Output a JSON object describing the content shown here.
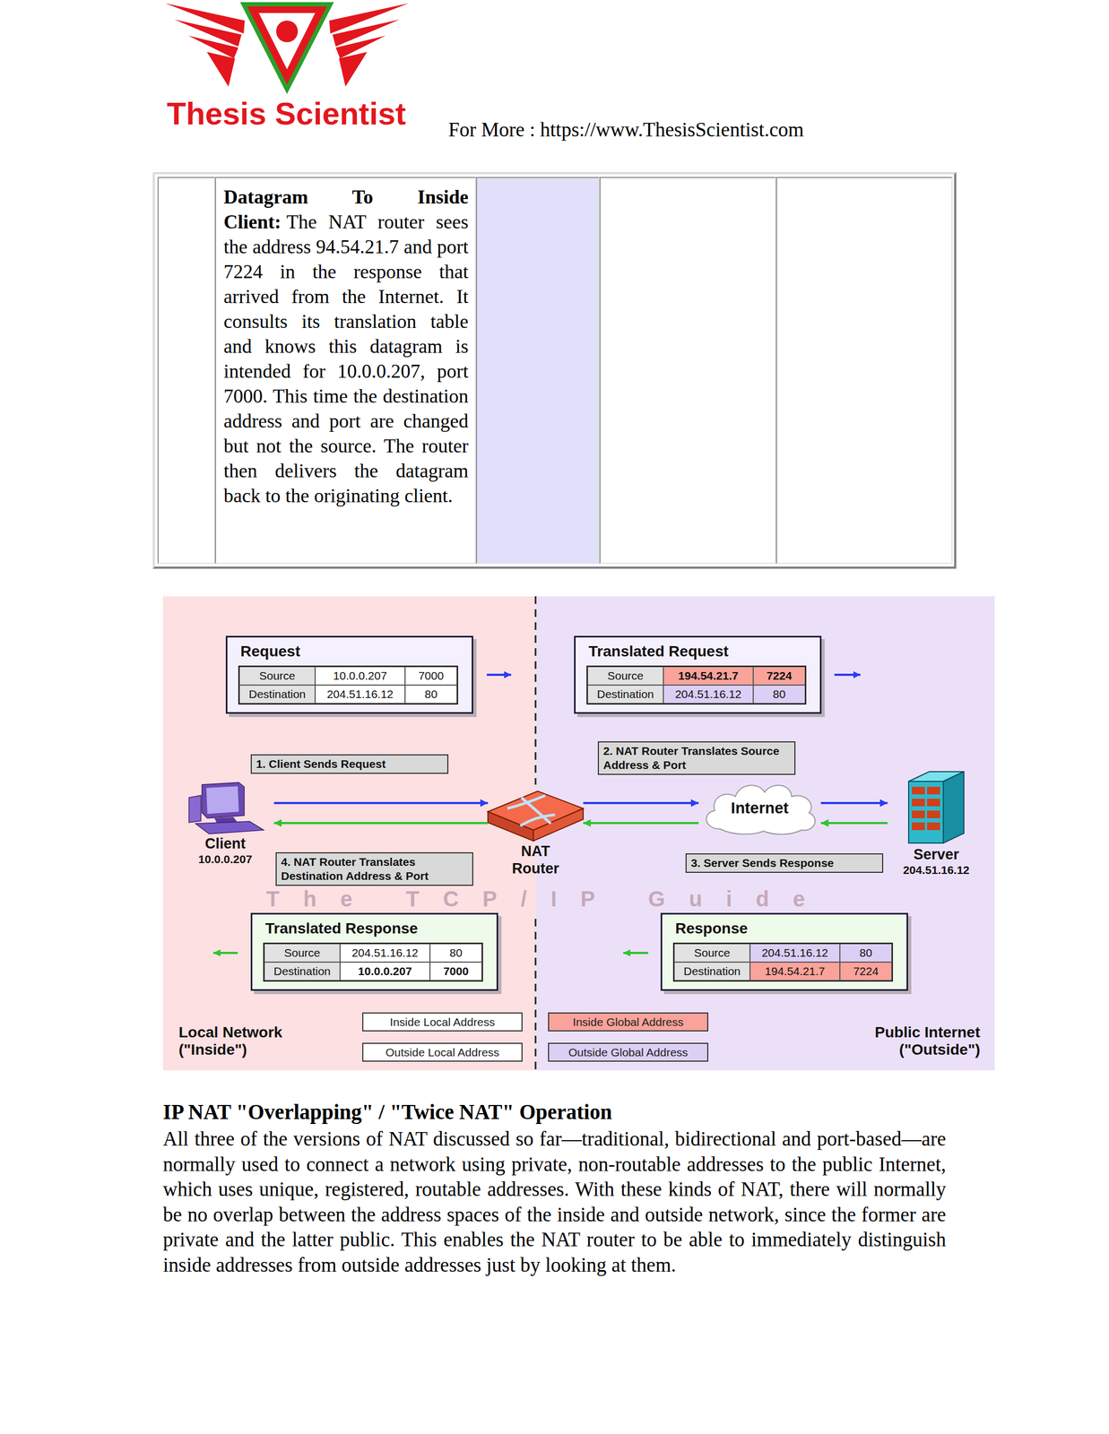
{
  "diagram": {
    "nodes": [
      {
        "text": [
          "Local Network (\"Inside\")"
        ]
      },
      {
        "text": [
          "Public Internet (\"Outside\")"
        ]
      },
      {
        "text": [
          "Request",
          "Source",
          "10.0.0.207",
          "7000",
          "Destination",
          "204.51.16.12",
          "80"
        ],
        "in": 0
      },
      {
        "text": [
          "Translated Request",
          "Source",
          "194.54.21.7",
          "7224",
          "Destination",
          "204.51.16.12",
          "80"
        ],
        "in": 1
      },
      {
        "text": [
          "1. Client Sends Request"
        ],
        "in": 0
      },
      {
        "text": [
          "2. NAT Router Translates Source Address & Port"
        ],
        "in": 1
      },
      {
        "text": [
          "Client",
          "10.0.0.207"
        ],
        "in": 0
      },
      {
        "text": [
          "NAT Router"
        ]
      },
      {
        "text": [
          "Internet"
        ],
        "in": 1
      },
      {
        "text": [
          "Server",
          "204.51.16.12"
        ],
        "in": 1
      },
      {
        "text": [
          "4. NAT Router Translates Destination Address & Port"
        ],
        "in": 0
      },
      {
        "text": [
          "3. Server Sends Response"
        ],
        "in": 1
      },
      {
        "text": [
          "Translated Response",
          "Source",
          "204.51.16.12",
          "80",
          "Destination",
          "10.0.0.207",
          "7000"
        ],
        "in": 0
      },
      {
        "text": [
          "Response",
          "Source",
          "204.51.16.12",
          "80",
          "Destination",
          "194.54.21.7",
          "7224"
        ],
        "in": 1
      }
    ],
    "edges": [
      {
        "from": 6,
        "to": 7,
        "arrow": "to"
      },
      {
        "from": 7,
        "to": 8,
        "arrow": "to"
      },
      {
        "from": 8,
        "to": 9,
        "arrow": "to"
      },
      {
        "from": 9,
        "to": 8,
        "arrow": "to"
      },
      {
        "from": 8,
        "to": 7,
        "arrow": "to"
      },
      {
        "from": 7,
        "to": 6,
        "arrow": "to"
      }
    ],
    "labels": [
      "Thesis Scientist",
      "For More : https://www.ThesisScientist.com",
      "Datagram To Inside Client:",
      "The NAT router sees the address 94.54.21.7 and port 7224 in the response that arrived from the Internet. It consults its translation table and knows this datagram is intended for 10.0.0.207, port 7000. This time the destination address and port are changed but not the source. The router then delivers the datagram back to the originating client.",
      "The TCP/IP Guide",
      "IP NAT \"Overlapping\" / \"Twice NAT\" Operation",
      "All three of the versions of NAT discussed so far—traditional, bidirectional and port-based—are normally used to connect a network using private, non-routable addresses to the public Internet, which uses unique, registered, routable addresses. With these kinds of NAT, there will normally be no overlap between the address spaces of the inside and outside network, since the former are private and the latter public. This enables the NAT router to be able to immediately distinguish inside addresses from outside addresses just by looking at them."
    ],
    "legend": [
      {
        "text": "Inside Local Address",
        "color": "#ffffff"
      },
      {
        "text": "Inside Global Address",
        "color": "#f9a39b"
      },
      {
        "text": "Outside Local Address",
        "color": "#ffffff"
      },
      {
        "text": "Outside Global Address",
        "color": "#dccff5"
      }
    ]
  }
}
